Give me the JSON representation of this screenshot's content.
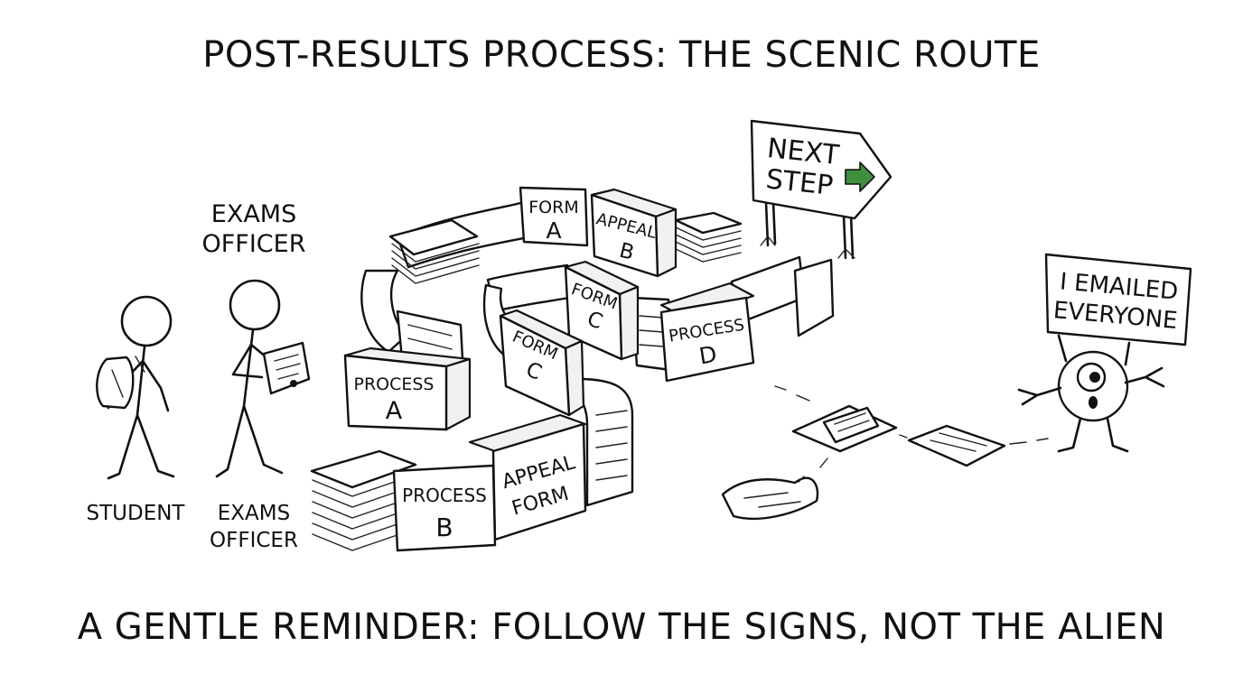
{
  "title": "POST-RESULTS PROCESS: THE SCENIC ROUTE",
  "caption": "A GENTLE REMINDER: FOLLOW THE SIGNS, NOT THE ALIEN",
  "characters": {
    "student_label": "STUDENT",
    "officer_top_label": [
      "EXAMS",
      "OFFICER"
    ],
    "officer_bottom_label": [
      "EXAMS",
      "OFFICER"
    ]
  },
  "boxes": {
    "process_a": [
      "PROCESS",
      "A"
    ],
    "process_b": [
      "PROCESS",
      "B"
    ],
    "process_d": [
      "PROCESS",
      "D"
    ],
    "form_a": [
      "FORM",
      "A"
    ],
    "form_c_upper": [
      "FORM",
      "C"
    ],
    "form_c_lower": [
      "FORM",
      "C"
    ],
    "appeal_b": [
      "APPEAL",
      "B"
    ],
    "appeal_form": [
      "APPEAL",
      "FORM"
    ]
  },
  "sign": {
    "text": [
      "NEXT",
      "STEP"
    ],
    "arrow_color": "#3f8f3f"
  },
  "alien_sign": [
    "I EMAILED",
    "EVERYONE"
  ],
  "colors": {
    "ink": "#111111",
    "background": "#ffffff",
    "accent_green": "#3f8f3f"
  }
}
